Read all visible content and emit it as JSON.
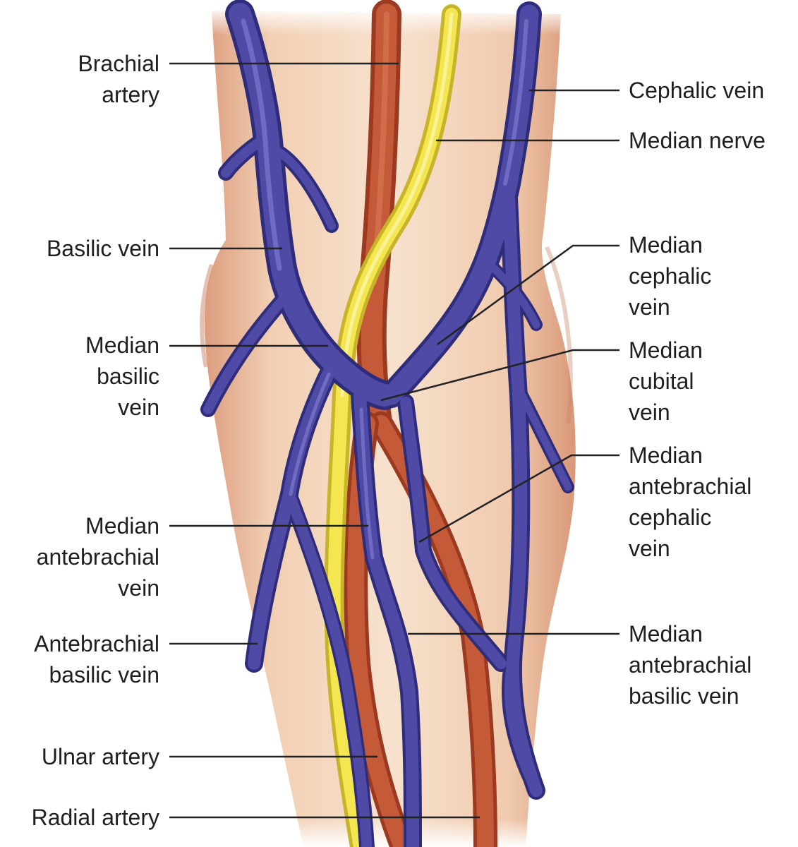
{
  "colors": {
    "skin_light": "#f5ddc6",
    "skin_mid": "#eec4a6",
    "skin_shadow": "#dc9d7f",
    "vein": "#4e4aa6",
    "vein_highlight": "#7f7bd0",
    "vein_edge": "#2f2c7a",
    "artery": "#b5472a",
    "artery_highlight": "#d46d4c",
    "nerve": "#f0e24a",
    "nerve_edge": "#c8b428",
    "leader": "#222222"
  },
  "labels": {
    "brachial_artery": [
      "Brachial",
      "artery"
    ],
    "basilic_vein": [
      "Basilic vein"
    ],
    "median_basilic_vein": [
      "Median",
      "basilic",
      "vein"
    ],
    "median_antebrachial_vein": [
      "Median",
      "antebrachial",
      "vein"
    ],
    "antebrachial_basilic_vein": [
      "Antebrachial",
      "basilic vein"
    ],
    "ulnar_artery": [
      "Ulnar artery"
    ],
    "radial_artery": [
      "Radial artery"
    ],
    "cephalic_vein": [
      "Cephalic vein"
    ],
    "median_nerve": [
      "Median nerve"
    ],
    "median_cephalic_vein": [
      "Median",
      "cephalic",
      "vein"
    ],
    "median_cubital_vein": [
      "Median",
      "cubital",
      "vein"
    ],
    "median_antebrachial_cephalic_vein": [
      "Median",
      "antebrachial",
      "cephalic",
      "vein"
    ],
    "median_antebrachial_basilic_vein": [
      "Median",
      "antebrachial",
      "basilic vein"
    ]
  }
}
